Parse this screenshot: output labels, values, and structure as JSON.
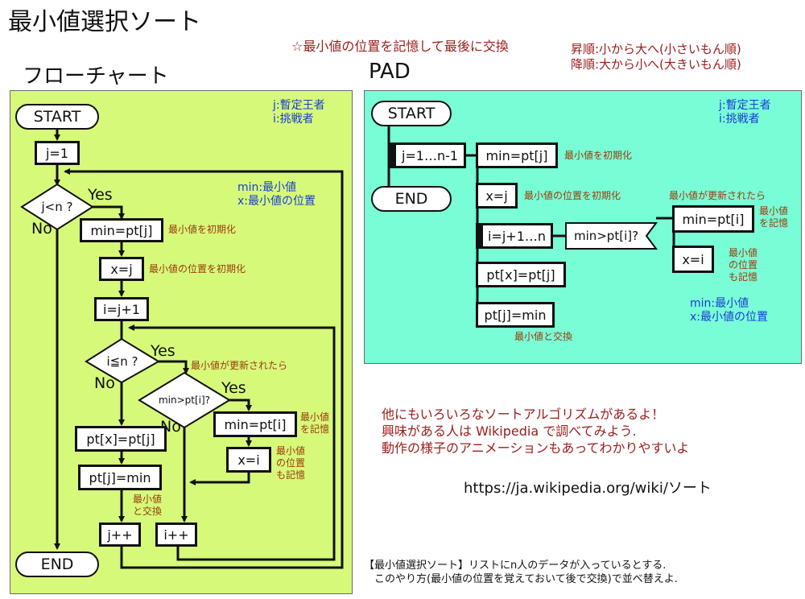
{
  "title": "最小値選択ソート",
  "key_note": "☆最小値の位置を記憶して最後に交換",
  "order_notes": [
    "昇順:小から大へ(小さいもん順)",
    "降順:大から小へ(大きいもん順)"
  ],
  "flowchart": {
    "heading": "フローチャート",
    "legend_ji": [
      "j:暫定王者",
      "i:挑戦者"
    ],
    "legend_min": [
      "min:最小値",
      "x:最小値の位置"
    ],
    "start": "START",
    "end": "END",
    "init_j": "j=1",
    "cond_outer": "j<n ?",
    "set_min": "min=pt[j]",
    "set_min_note": "最小値を初期化",
    "set_x": "x=j",
    "set_x_note": "最小値の位置を初期化",
    "init_i": "i=j+1",
    "cond_inner": "i≦n ?",
    "cond_update_note": "最小値が更新されたら",
    "cond_cmp": "min>pt[i]?",
    "upd_min": "min=pt[i]",
    "upd_min_note": [
      "最小値",
      "を記憶"
    ],
    "upd_x": "x=i",
    "upd_x_note": [
      "最小値",
      "の位置",
      "も記憶"
    ],
    "swap1": "pt[x]=pt[j]",
    "swap2": "pt[j]=min",
    "swap_note": [
      "最小値",
      "と交換"
    ],
    "inc_j": "j++",
    "inc_i": "i++",
    "yes": "Yes",
    "no": "No"
  },
  "pad": {
    "heading": "PAD",
    "legend_ji": [
      "j:暫定王者",
      "i:挑戦者"
    ],
    "legend_min": [
      "min:最小値",
      "x:最小値の位置"
    ],
    "start": "START",
    "end": "END",
    "loop_j": "j=1…n-1",
    "set_min": "min=pt[j]",
    "set_min_note": "最小値を初期化",
    "set_x": "x=j",
    "set_x_note": "最小値の位置を初期化",
    "loop_i": "i=j+1…n",
    "cond_cmp": "min>pt[i]?",
    "cond_update_note": "最小値が更新されたら",
    "upd_min": "min=pt[i]",
    "upd_min_note": [
      "最小値",
      "を記憶"
    ],
    "upd_x": "x=i",
    "upd_x_note": [
      "最小値",
      "の位置",
      "も記憶"
    ],
    "swap1": "pt[x]=pt[j]",
    "swap2": "pt[j]=min",
    "swap_note": "最小値と交換"
  },
  "info_lines": [
    "他にもいろいろなソートアルゴリズムがあるよ！",
    "興味がある人は Wikipedia で調べてみよう.",
    "動作の様子のアニメーションもあってわかりやすいよ"
  ],
  "url": "https://ja.wikipedia.org/wiki/ソート",
  "task": [
    "【最小値選択ソート】リストにn人のデータが入っているとする.",
    "　このやり方(最小値の位置を覚えておいて後で交換)で並べ替えよ."
  ]
}
